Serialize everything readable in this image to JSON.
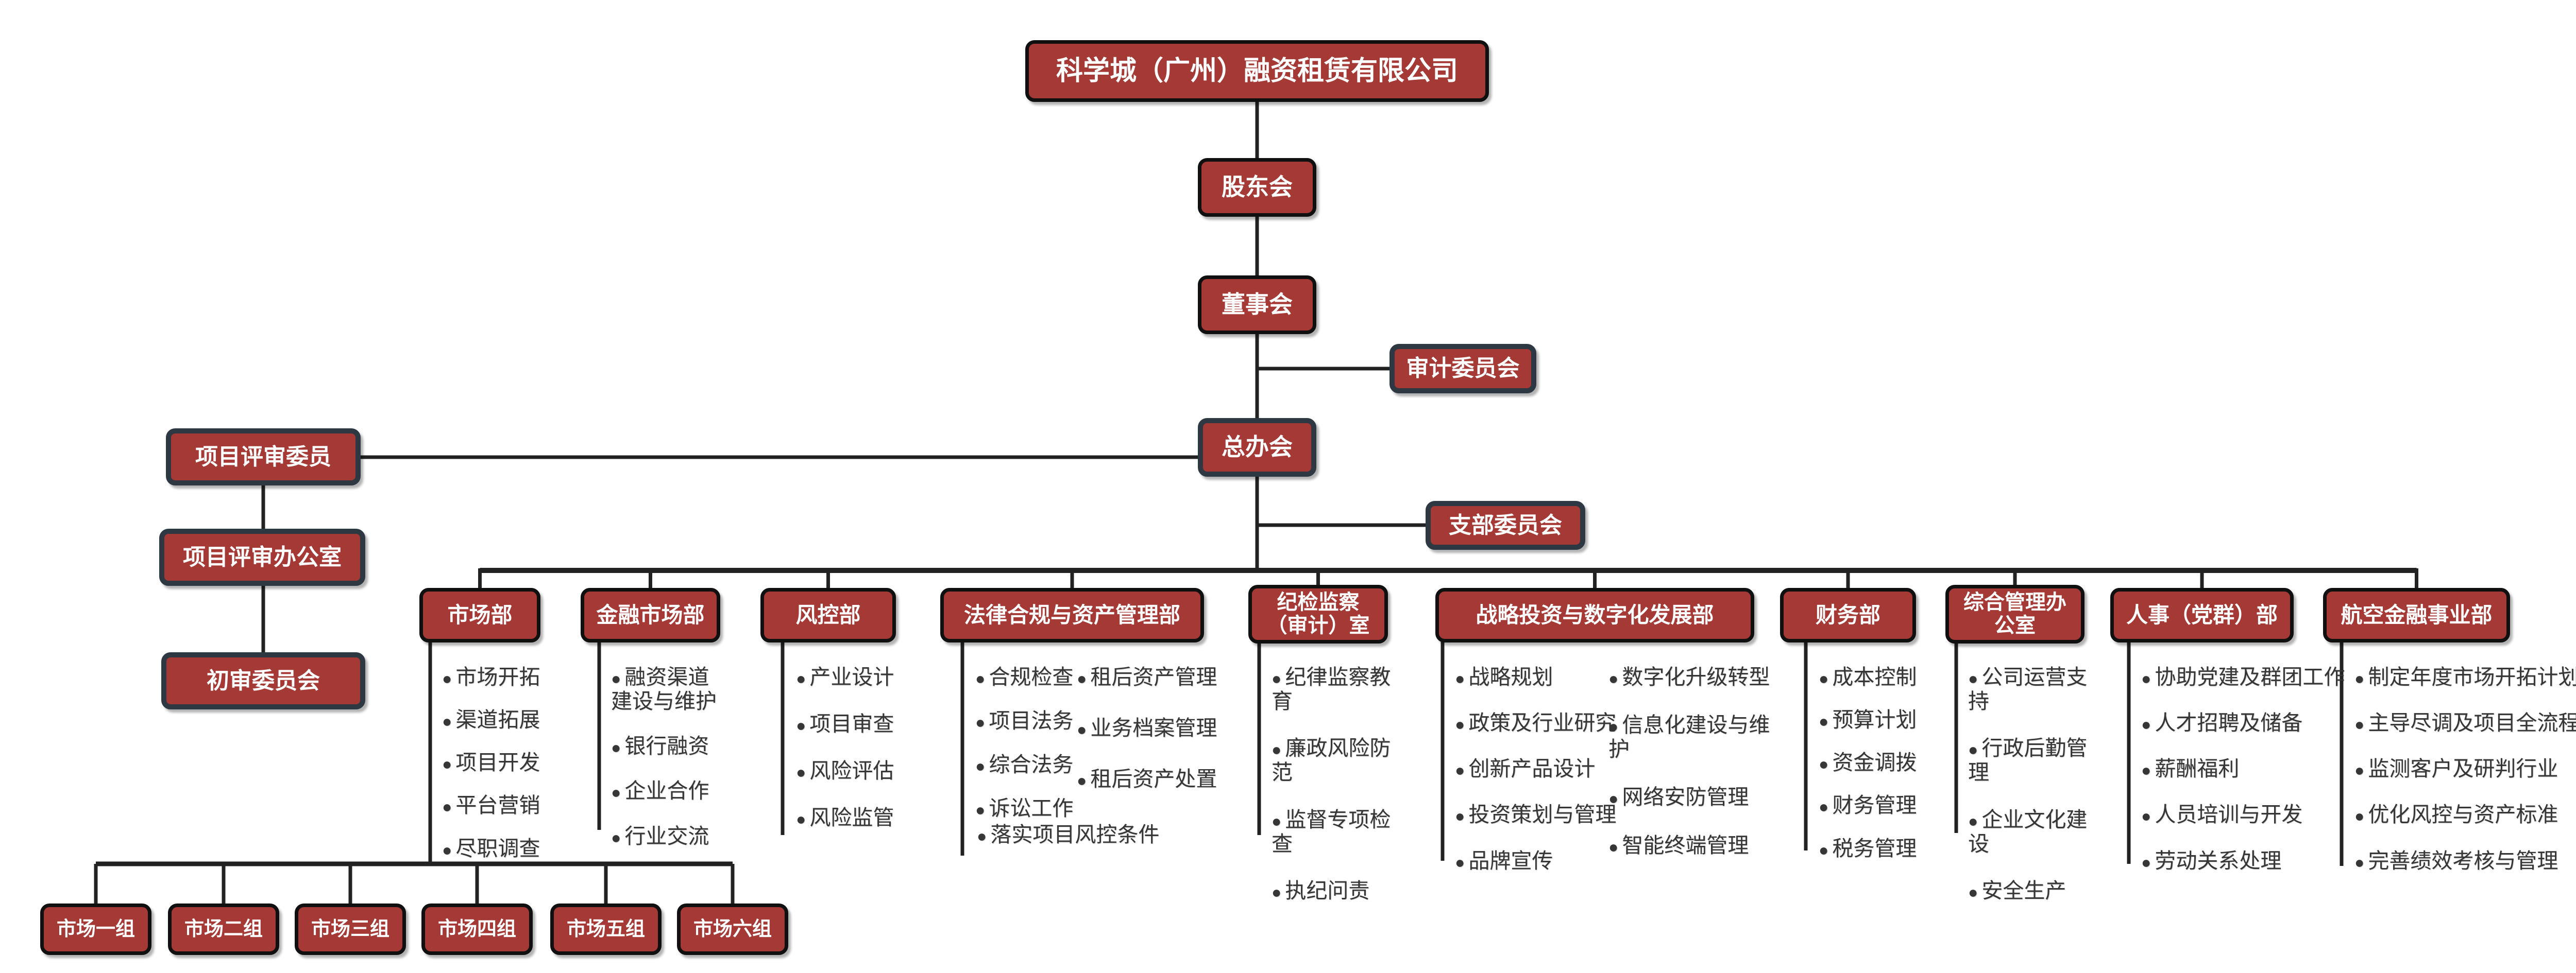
{
  "root": {
    "label": "科学城（广州）融资租赁有限公司"
  },
  "governance": [
    {
      "id": "shareholders-meeting",
      "label": "股东会"
    },
    {
      "id": "board-of-directors",
      "label": "董事会"
    },
    {
      "id": "audit-committee",
      "label": "审计委员会"
    },
    {
      "id": "general-office-meeting",
      "label": "总办会"
    },
    {
      "id": "branch-committee",
      "label": "支部委员会"
    },
    {
      "id": "project-review-committee",
      "label": "项目评审委员"
    },
    {
      "id": "project-review-office",
      "label": "项目评审办公室"
    },
    {
      "id": "preliminary-review-committee",
      "label": "初审委员会"
    }
  ],
  "departments": [
    {
      "id": "marketing",
      "label": "市场部",
      "columns": [
        [
          "市场开拓",
          "渠道拓展",
          "项目开发",
          "平台营销",
          "尽职调查"
        ]
      ]
    },
    {
      "id": "financial-markets",
      "label": "金融市场部",
      "columns": [
        [
          "融资渠道建设与维护",
          "银行融资",
          "企业合作",
          "行业交流"
        ]
      ]
    },
    {
      "id": "risk-control",
      "label": "风控部",
      "columns": [
        [
          "产业设计",
          "项目审查",
          "风险评估",
          "风险监管"
        ]
      ]
    },
    {
      "id": "legal-compliance-asset-mgmt",
      "label": "法律合规与资产管理部",
      "columns": [
        [
          "合规检查",
          "项目法务",
          "综合法务",
          "诉讼工作"
        ],
        [
          "租后资产管理",
          "业务档案管理",
          "租后资产处置"
        ]
      ],
      "footer": "落实项目风控条件"
    },
    {
      "id": "discipline-audit-office",
      "label": "纪检监察\n（审计）室",
      "columns": [
        [
          "纪律监察教育",
          "廉政风险防范",
          "监督专项检查",
          "执纪问责"
        ]
      ]
    },
    {
      "id": "strategy-digital-development",
      "label": "战略投资与数字化发展部",
      "columns": [
        [
          "战略规划",
          "政策及行业研究",
          "创新产品设计",
          "投资策划与管理",
          "品牌宣传"
        ],
        [
          "数字化升级转型",
          "信息化建设与维护",
          "网络安防管理",
          "智能终端管理"
        ]
      ]
    },
    {
      "id": "finance",
      "label": "财务部",
      "columns": [
        [
          "成本控制",
          "预算计划",
          "资金调拨",
          "财务管理",
          "税务管理"
        ]
      ]
    },
    {
      "id": "general-admin-office",
      "label": "综合管理办\n公室",
      "columns": [
        [
          "公司运营支持",
          "行政后勤管理",
          "企业文化建设",
          "安全生产"
        ]
      ]
    },
    {
      "id": "hr-party-group",
      "label": "人事（党群）部",
      "columns": [
        [
          "协助党建及群团工作",
          "人才招聘及储备",
          "薪酬福利",
          "人员培训与开发",
          "劳动关系处理"
        ]
      ]
    },
    {
      "id": "aviation-finance",
      "label": "航空金融事业部",
      "columns": [
        [
          "制定年度市场开拓计划",
          "主导尽调及项目全流程",
          "监测客户及研判行业",
          "优化风控与资产标准",
          "完善绩效考核与管理"
        ]
      ]
    }
  ],
  "market_groups": [
    "市场一组",
    "市场二组",
    "市场三组",
    "市场四组",
    "市场五组",
    "市场六组"
  ],
  "colors": {
    "box_fill": "#A53936",
    "border_black": "#101010",
    "border_navy": "#2E3842",
    "connector": "#222222",
    "box_text": "#FFFFFF",
    "bullet_text": "#363636",
    "background": "#FFFFFF"
  }
}
